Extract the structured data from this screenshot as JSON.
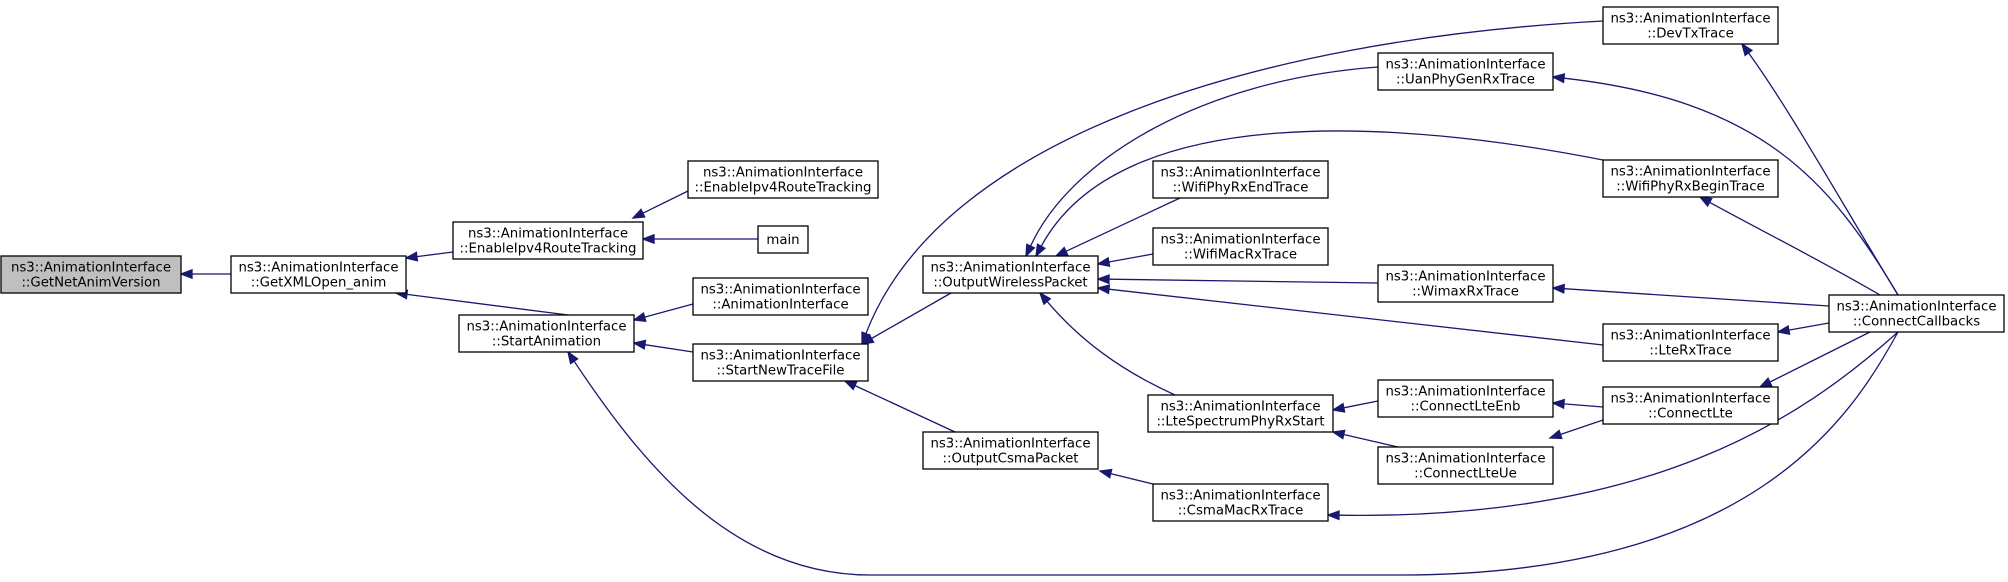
{
  "colors": {
    "edge": "#191970",
    "node_fill": "#ffffff",
    "focus_fill": "#bfbfbf",
    "border": "#000000"
  },
  "nodes": [
    {
      "id": "n0",
      "lines": [
        "ns3::AnimationInterface",
        "::GetNetAnimVersion"
      ],
      "focus": true
    },
    {
      "id": "n1",
      "lines": [
        "ns3::AnimationInterface",
        "::GetXMLOpen_anim"
      ]
    },
    {
      "id": "n2",
      "lines": [
        "ns3::AnimationInterface",
        "::EnableIpv4RouteTracking"
      ]
    },
    {
      "id": "n3",
      "lines": [
        "ns3::AnimationInterface",
        "::StartAnimation"
      ]
    },
    {
      "id": "n4",
      "lines": [
        "ns3::AnimationInterface",
        "::EnableIpv4RouteTracking"
      ]
    },
    {
      "id": "n5",
      "lines": [
        "main"
      ]
    },
    {
      "id": "n6",
      "lines": [
        "ns3::AnimationInterface",
        "::AnimationInterface"
      ]
    },
    {
      "id": "n7",
      "lines": [
        "ns3::AnimationInterface",
        "::StartNewTraceFile"
      ]
    },
    {
      "id": "n8",
      "lines": [
        "ns3::AnimationInterface",
        "::ConnectCallbacks"
      ]
    },
    {
      "id": "n9",
      "lines": [
        "ns3::AnimationInterface",
        "::OutputWirelessPacket"
      ]
    },
    {
      "id": "n10",
      "lines": [
        "ns3::AnimationInterface",
        "::OutputCsmaPacket"
      ]
    },
    {
      "id": "n11",
      "lines": [
        "ns3::AnimationInterface",
        "::DevTxTrace"
      ]
    },
    {
      "id": "n12",
      "lines": [
        "ns3::AnimationInterface",
        "::UanPhyGenRxTrace"
      ]
    },
    {
      "id": "n13",
      "lines": [
        "ns3::AnimationInterface",
        "::WifiPhyRxBeginTrace"
      ]
    },
    {
      "id": "n14",
      "lines": [
        "ns3::AnimationInterface",
        "::WifiPhyRxEndTrace"
      ]
    },
    {
      "id": "n15",
      "lines": [
        "ns3::AnimationInterface",
        "::WifiMacRxTrace"
      ]
    },
    {
      "id": "n16",
      "lines": [
        "ns3::AnimationInterface",
        "::WimaxRxTrace"
      ]
    },
    {
      "id": "n17",
      "lines": [
        "ns3::AnimationInterface",
        "::LteRxTrace"
      ]
    },
    {
      "id": "n18",
      "lines": [
        "ns3::AnimationInterface",
        "::LteSpectrumPhyRxStart"
      ]
    },
    {
      "id": "n19",
      "lines": [
        "ns3::AnimationInterface",
        "::ConnectLteEnb"
      ]
    },
    {
      "id": "n20",
      "lines": [
        "ns3::AnimationInterface",
        "::ConnectLteUe"
      ]
    },
    {
      "id": "n21",
      "lines": [
        "ns3::AnimationInterface",
        "::ConnectLte"
      ]
    },
    {
      "id": "n22",
      "lines": [
        "ns3::AnimationInterface",
        "::CsmaMacRxTrace"
      ]
    }
  ],
  "edges": [
    [
      "n1",
      "n0"
    ],
    [
      "n2",
      "n1"
    ],
    [
      "n3",
      "n1"
    ],
    [
      "n4",
      "n2"
    ],
    [
      "n5",
      "n2"
    ],
    [
      "n6",
      "n3"
    ],
    [
      "n7",
      "n3"
    ],
    [
      "n8",
      "n3"
    ],
    [
      "n9",
      "n7"
    ],
    [
      "n10",
      "n7"
    ],
    [
      "n11",
      "n7"
    ],
    [
      "n8",
      "n11"
    ],
    [
      "n12",
      "n9"
    ],
    [
      "n13",
      "n9"
    ],
    [
      "n14",
      "n9"
    ],
    [
      "n15",
      "n9"
    ],
    [
      "n16",
      "n9"
    ],
    [
      "n17",
      "n9"
    ],
    [
      "n18",
      "n9"
    ],
    [
      "n8",
      "n12"
    ],
    [
      "n8",
      "n13"
    ],
    [
      "n8",
      "n16"
    ],
    [
      "n8",
      "n17"
    ],
    [
      "n19",
      "n18"
    ],
    [
      "n20",
      "n18"
    ],
    [
      "n21",
      "n19"
    ],
    [
      "n21",
      "n20"
    ],
    [
      "n8",
      "n21"
    ],
    [
      "n22",
      "n10"
    ],
    [
      "n8",
      "n22"
    ]
  ]
}
